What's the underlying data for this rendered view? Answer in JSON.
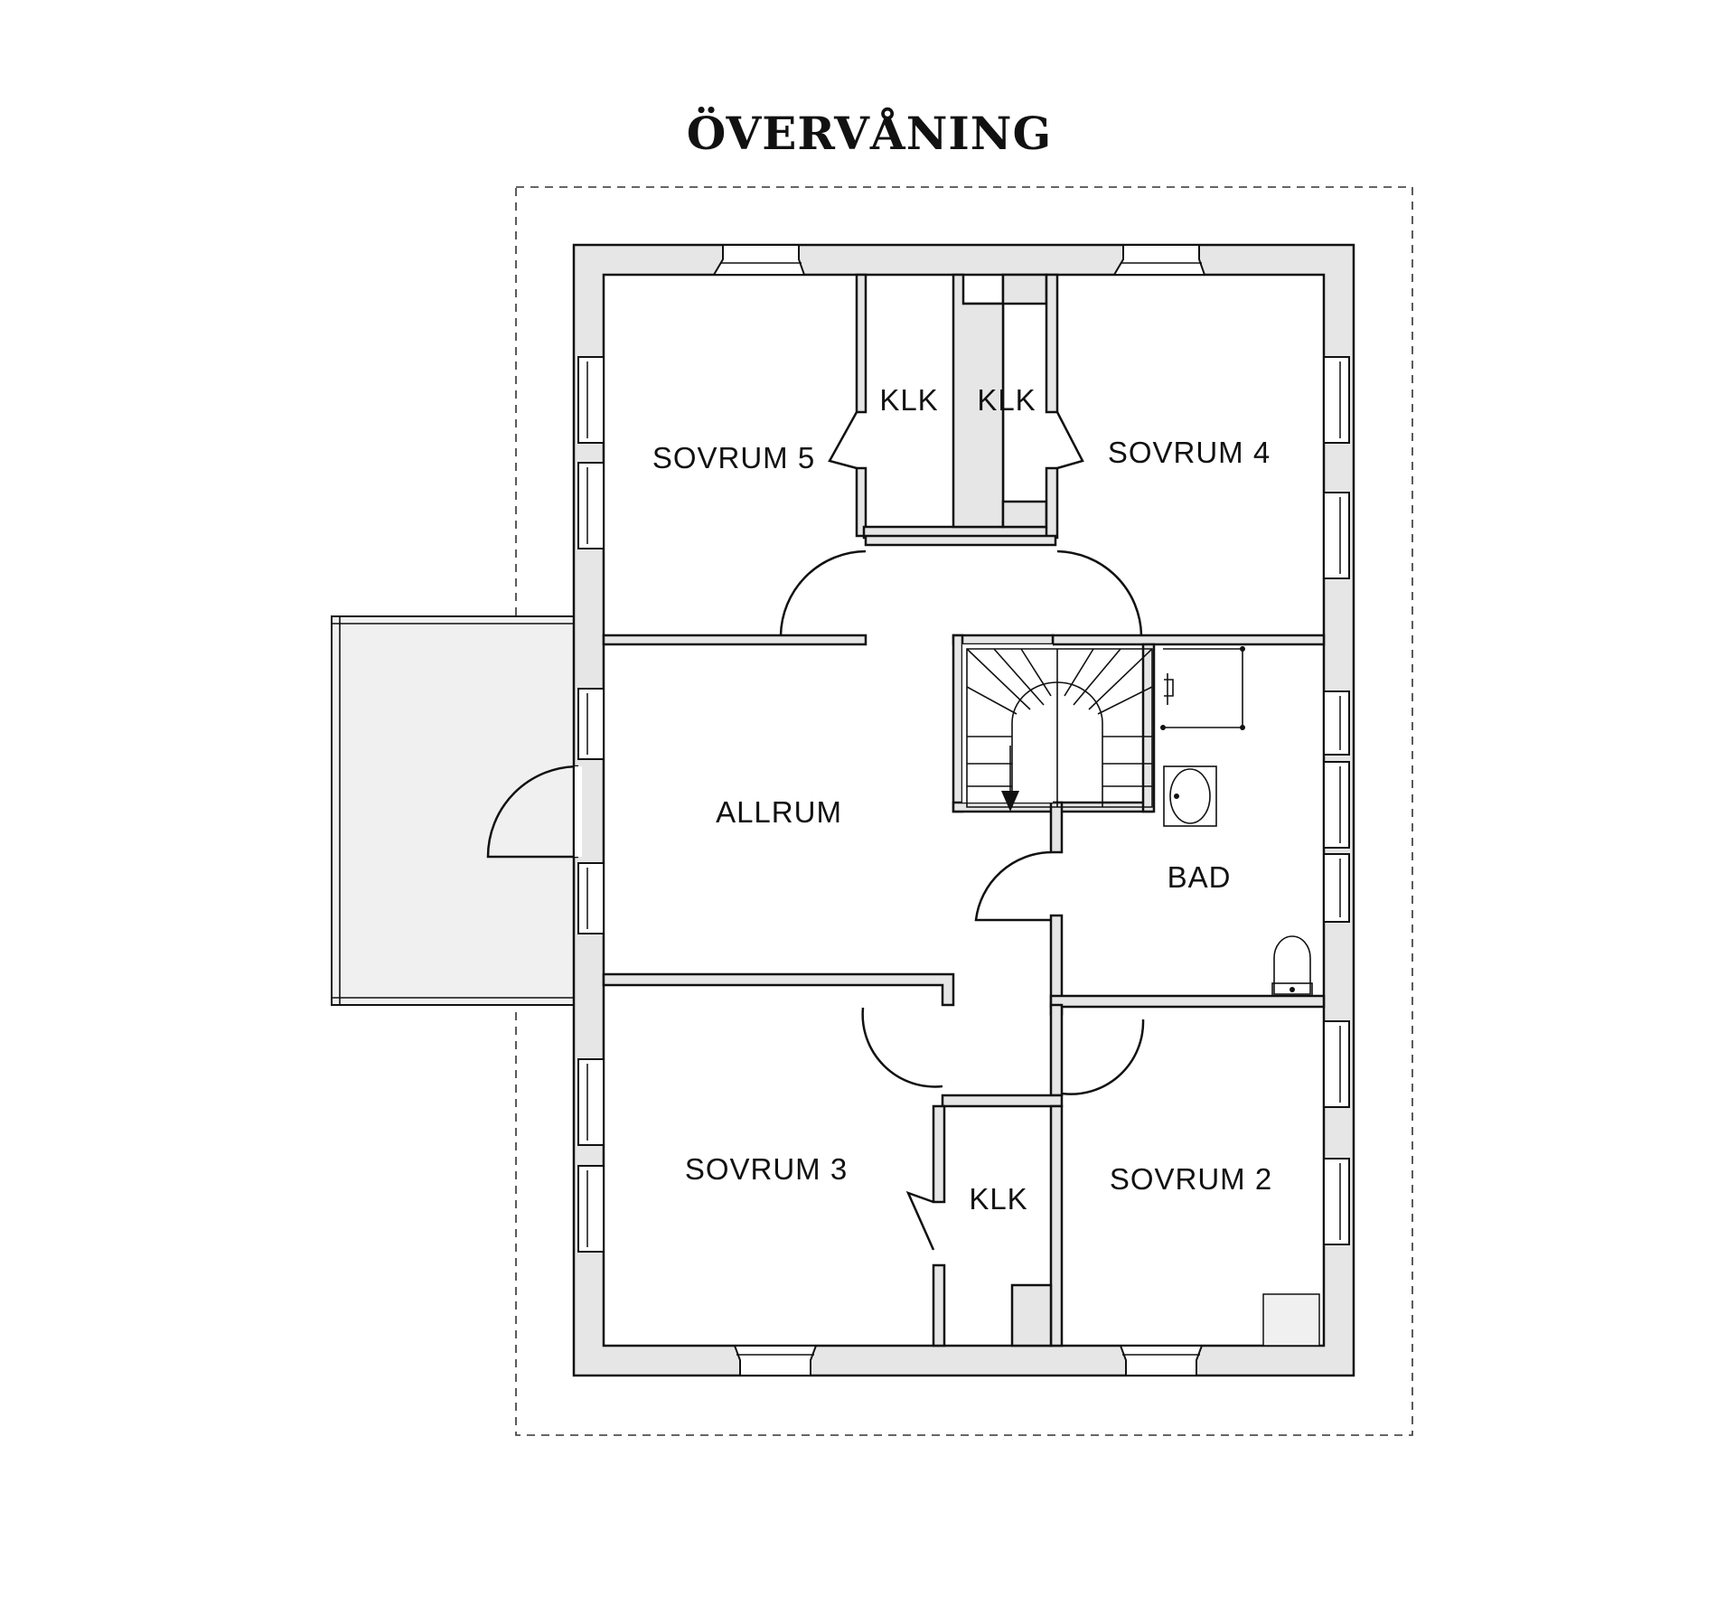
{
  "title": "ÖVERVÅNING",
  "rooms": {
    "sovrum5": "SOVRUM 5",
    "klk_left": "KLK",
    "klk_right": "KLK",
    "sovrum4": "SOVRUM 4",
    "allrum": "ALLRUM",
    "bad": "BAD",
    "sovrum3": "SOVRUM 3",
    "klk_bottom": "KLK",
    "sovrum2": "SOVRUM 2"
  },
  "colors": {
    "wall_fill": "#e6e6e6",
    "balcony_fill": "#f0f0f0",
    "line": "#111111"
  }
}
